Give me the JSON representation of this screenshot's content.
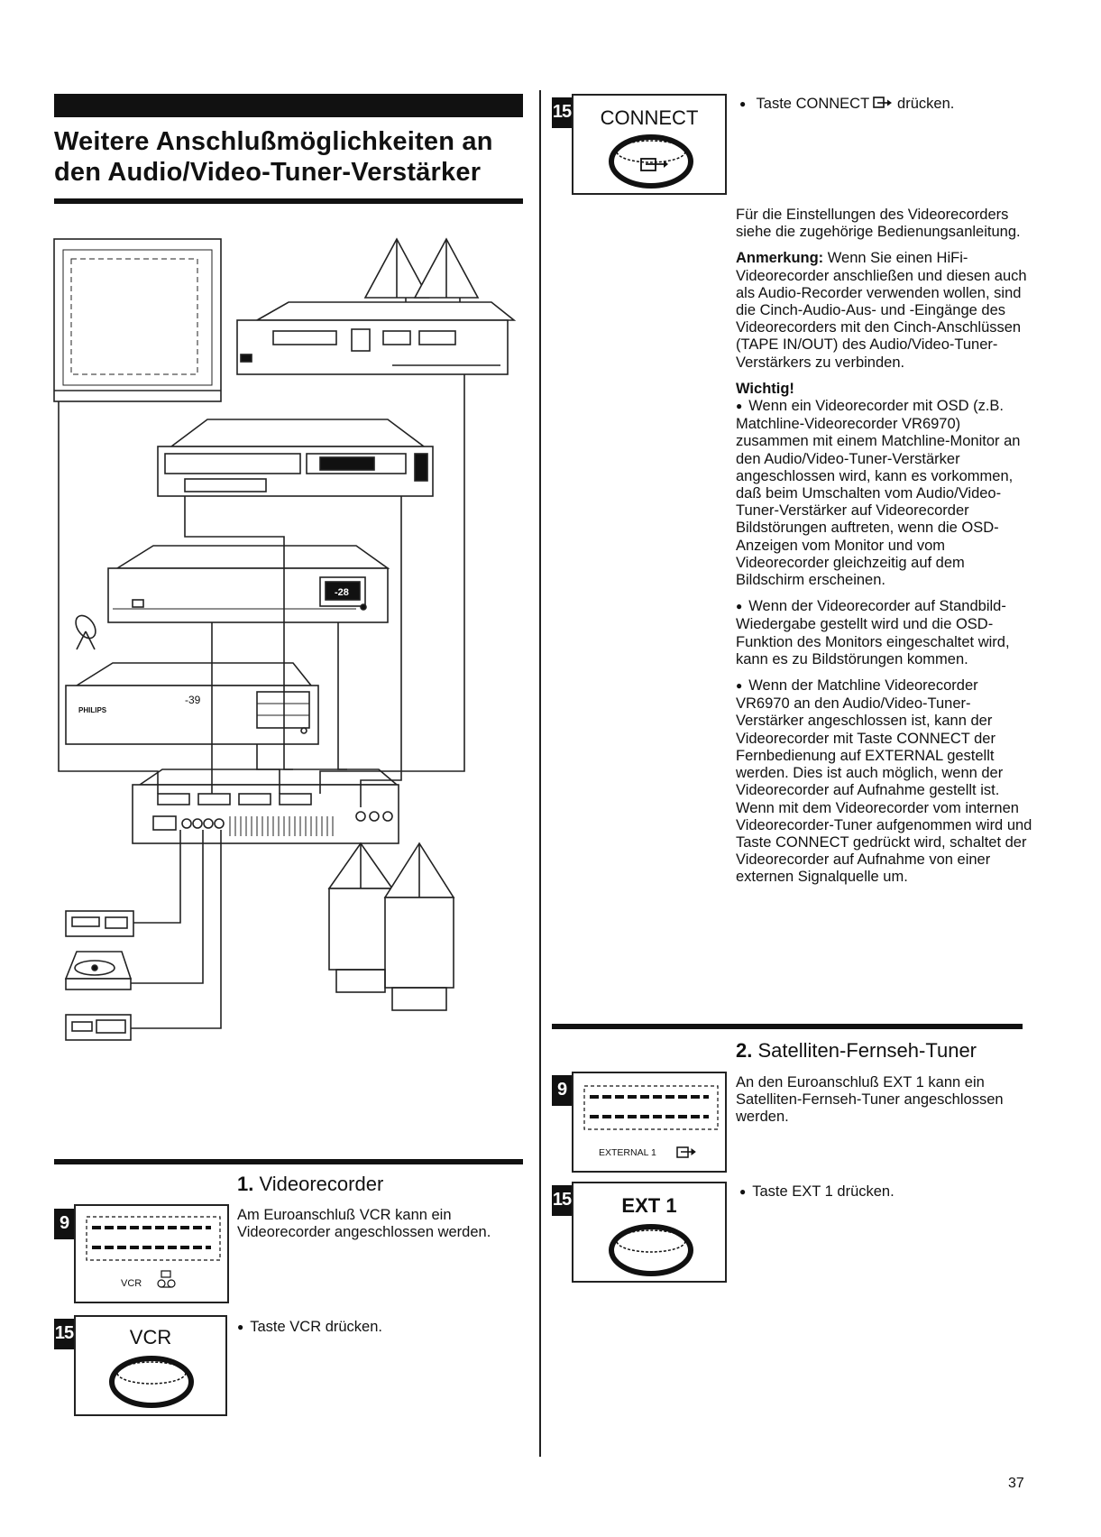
{
  "page": {
    "title_line1": "Weitere Anschlußmöglichkeiten an",
    "title_line2": "den Audio/Video-Tuner-Verstärker",
    "page_number": "37"
  },
  "diagram": {
    "brand_label": "PHILIPS",
    "display_a": "-28",
    "display_b": "-39"
  },
  "section1": {
    "number": "1.",
    "heading": "Videorecorder",
    "text": "Am Euroanschluß VCR kann ein Videorecorder angeschlossen werden.",
    "tag_rear": "9",
    "rear_label": "VCR",
    "tag_button": "15",
    "button_label": "VCR",
    "instruction": "Taste VCR drücken."
  },
  "connect": {
    "tag": "15",
    "button_label": "CONNECT",
    "instruction_pre": "Taste CONNECT",
    "instruction_post": "drücken."
  },
  "notes": {
    "p1": "Für die Einstellungen des Videorecorders siehe die zugehörige Bedienungsanleitung.",
    "anmerkung_label": "Anmerkung:",
    "anmerkung_text": "Wenn Sie einen HiFi-Videorecorder anschließen und diesen auch als Audio-Recorder verwenden wollen, sind die Cinch-Audio-Aus- und -Eingänge des Videorecorders mit den Cinch-Anschlüssen (TAPE IN/OUT) des Audio/Video-Tuner-Verstärkers zu verbinden.",
    "wichtig_label": "Wichtig!",
    "bullet1": "Wenn ein Videorecorder mit OSD (z.B. Matchline-Videorecorder VR6970) zusammen mit einem Matchline-Monitor an den Audio/Video-Tuner-Verstärker angeschlossen wird, kann es vorkommen, daß beim Umschalten vom Audio/Video-Tuner-Verstärker auf Videorecorder Bildstörungen auftreten, wenn die OSD-Anzeigen vom Monitor und vom Videorecorder gleichzeitig auf dem Bildschirm erscheinen.",
    "bullet2": "Wenn der Videorecorder auf Standbild-Wiedergabe gestellt wird und die OSD-Funktion des Monitors eingeschaltet wird, kann es zu Bildstörungen kommen.",
    "bullet3": "Wenn der Matchline Videorecorder VR6970 an den Audio/Video-Tuner-Verstärker angeschlossen ist, kann der Videorecorder mit Taste CONNECT der Fernbedienung auf EXTERNAL gestellt werden. Dies ist auch möglich, wenn der Videorecorder auf Aufnahme gestellt ist. Wenn mit dem Videorecorder vom internen Videorecorder-Tuner aufgenommen wird und Taste CONNECT gedrückt wird, schaltet der Videorecorder auf Aufnahme von einer externen Signalquelle um."
  },
  "section2": {
    "number": "2.",
    "heading": "Satelliten-Fernseh-Tuner",
    "text": "An den Euroanschluß EXT 1 kann ein Satelliten-Fernseh-Tuner angeschlossen werden.",
    "tag_rear": "9",
    "rear_label": "EXTERNAL 1",
    "tag_button": "15",
    "button_label": "EXT 1",
    "instruction": "Taste EXT 1 drücken."
  }
}
